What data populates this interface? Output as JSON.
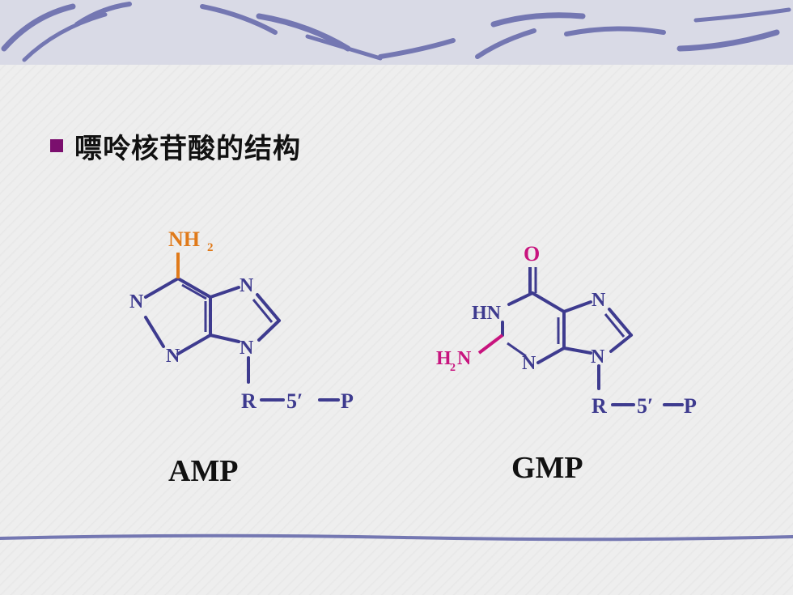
{
  "slide": {
    "title": "嘌呤核苷酸的结构",
    "colors": {
      "bullet": "#7b0f6e",
      "bond": "#3e3b8f",
      "amine_bond": "#e07a1a",
      "keto_bond": "#c8147e",
      "decor": "#7477b2"
    }
  },
  "amp": {
    "name": "AMP",
    "amine": "NH",
    "amine_sub": "2",
    "ring_n1": "N",
    "ring_n3": "N",
    "ring_n7": "N",
    "ring_n9": "N",
    "sugar": "R",
    "position": "5′",
    "phosphate": "P"
  },
  "gmp": {
    "name": "GMP",
    "oxygen": "O",
    "hn": "HN",
    "amine_h": "H",
    "amine_sub": "2",
    "amine_n": "N",
    "ring_n3": "N",
    "ring_n7": "N",
    "ring_n9": "N",
    "sugar": "R",
    "position": "5′",
    "phosphate": "P"
  }
}
